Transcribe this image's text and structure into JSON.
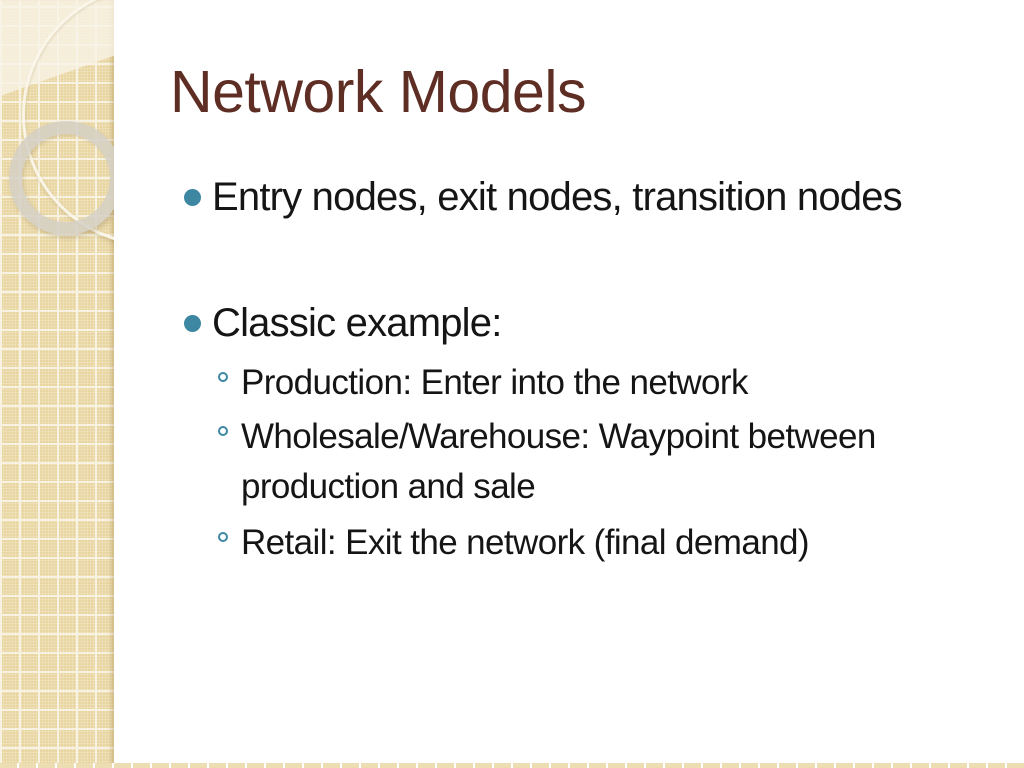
{
  "slide": {
    "title": "Network Models",
    "bullets": [
      {
        "level": 1,
        "text": "Entry nodes, exit nodes, transition nodes"
      },
      {
        "level": 1,
        "text": "Classic example:"
      },
      {
        "level": 2,
        "text": "Production: Enter into the network"
      },
      {
        "level": 2,
        "text": "Wholesale/Warehouse: Waypoint between production and sale"
      },
      {
        "level": 2,
        "text": "Retail: Exit the network (final demand)"
      }
    ],
    "colors": {
      "title": "#5e2d23",
      "body_text": "#151515",
      "bullet_accent": "#3e87a3",
      "sidebar_tan": "#e8d5a0",
      "background": "#ffffff"
    }
  }
}
